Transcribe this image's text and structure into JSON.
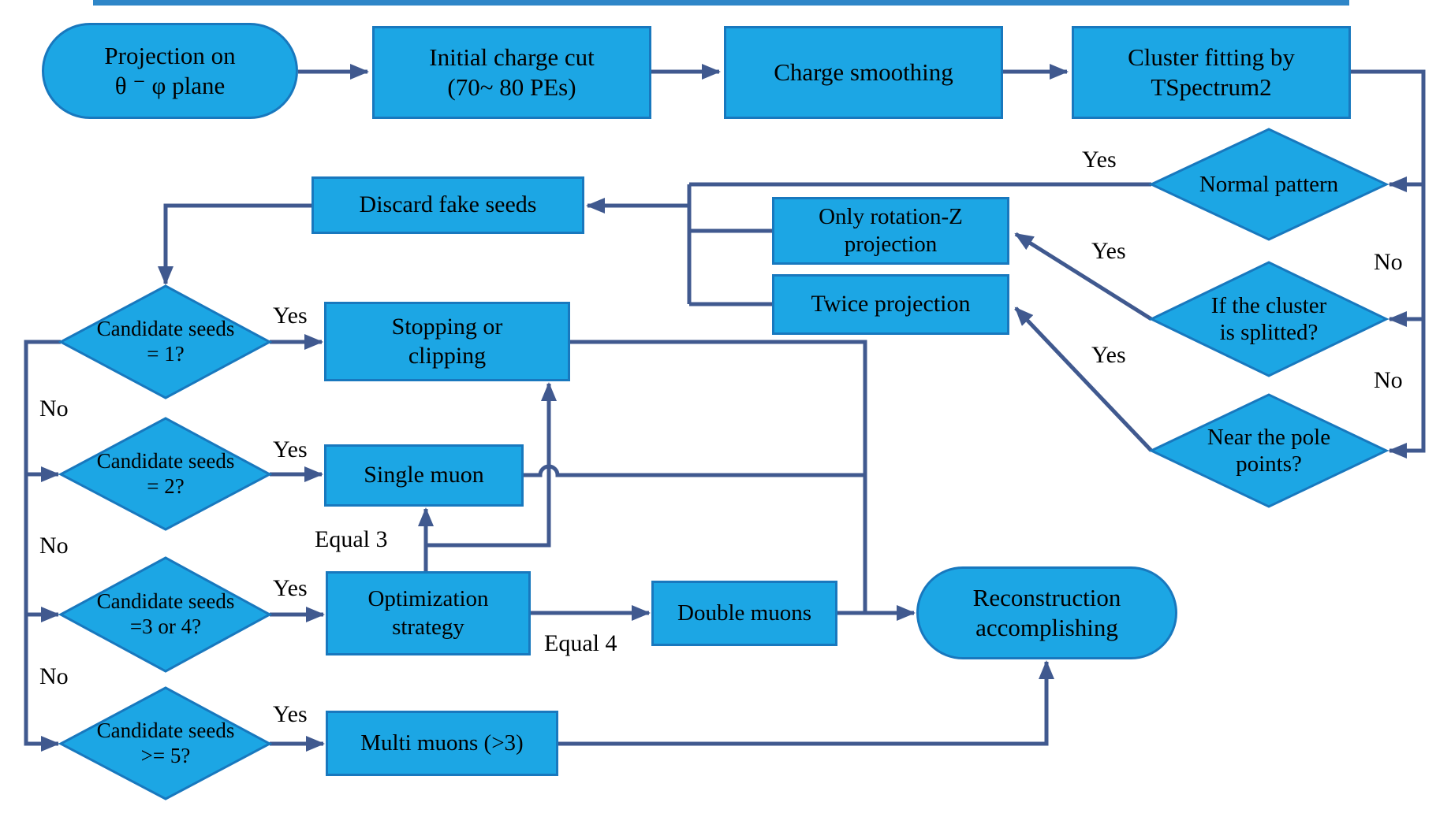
{
  "nodes": {
    "projection": {
      "label": "Projection  on\nθ ⁻ φ plane"
    },
    "initial_charge_cut": {
      "label": "Initial charge cut\n(70~  80 PEs)"
    },
    "charge_smoothing": {
      "label": "Charge smoothing"
    },
    "cluster_fitting": {
      "label": "Cluster fitting by\nTSpectrum2"
    },
    "normal_pattern": {
      "label": "Normal  pattern"
    },
    "cluster_splitted": {
      "label": "If the cluster\nis splitted?"
    },
    "near_pole": {
      "label": "Near the pole\npoints?"
    },
    "only_rotation_z": {
      "label": "Only rotation-Z\nprojection"
    },
    "twice_projection": {
      "label": "Twice projection"
    },
    "discard_fake_seeds": {
      "label": "Discard fake seeds"
    },
    "seeds_1": {
      "label": "Candidate seeds\n= 1?"
    },
    "seeds_2": {
      "label": "Candidate seeds\n= 2?"
    },
    "seeds_3_4": {
      "label": "Candidate seeds\n=3 or 4?"
    },
    "seeds_5": {
      "label": "Candidate seeds\n>= 5?"
    },
    "stopping_clipping": {
      "label": "Stopping or\nclipping"
    },
    "single_muon": {
      "label": "Single muon"
    },
    "optimization": {
      "label": "Optimization\nstrategy"
    },
    "multi_muons": {
      "label": "Multi muons (>3)"
    },
    "double_muons": {
      "label": "Double muons"
    },
    "reconstruction": {
      "label": "Reconstruction\naccomplishing"
    }
  },
  "edge_labels": {
    "normal_yes": "Yes",
    "normal_no": "No",
    "splitted_yes": "Yes",
    "splitted_no": "No",
    "pole_yes": "Yes",
    "seeds1_yes": "Yes",
    "seeds1_no": "No",
    "seeds2_yes": "Yes",
    "seeds2_no": "No",
    "seeds34_yes": "Yes",
    "seeds34_no": "No",
    "seeds5_yes": "Yes",
    "equal3": "Equal 3",
    "equal4": "Equal 4"
  },
  "colors": {
    "node_fill": "#1CA6E4",
    "node_border": "#1878BE",
    "arrow": "#40598F",
    "text_color": "#000000",
    "top_bar": "#2E86C8"
  }
}
